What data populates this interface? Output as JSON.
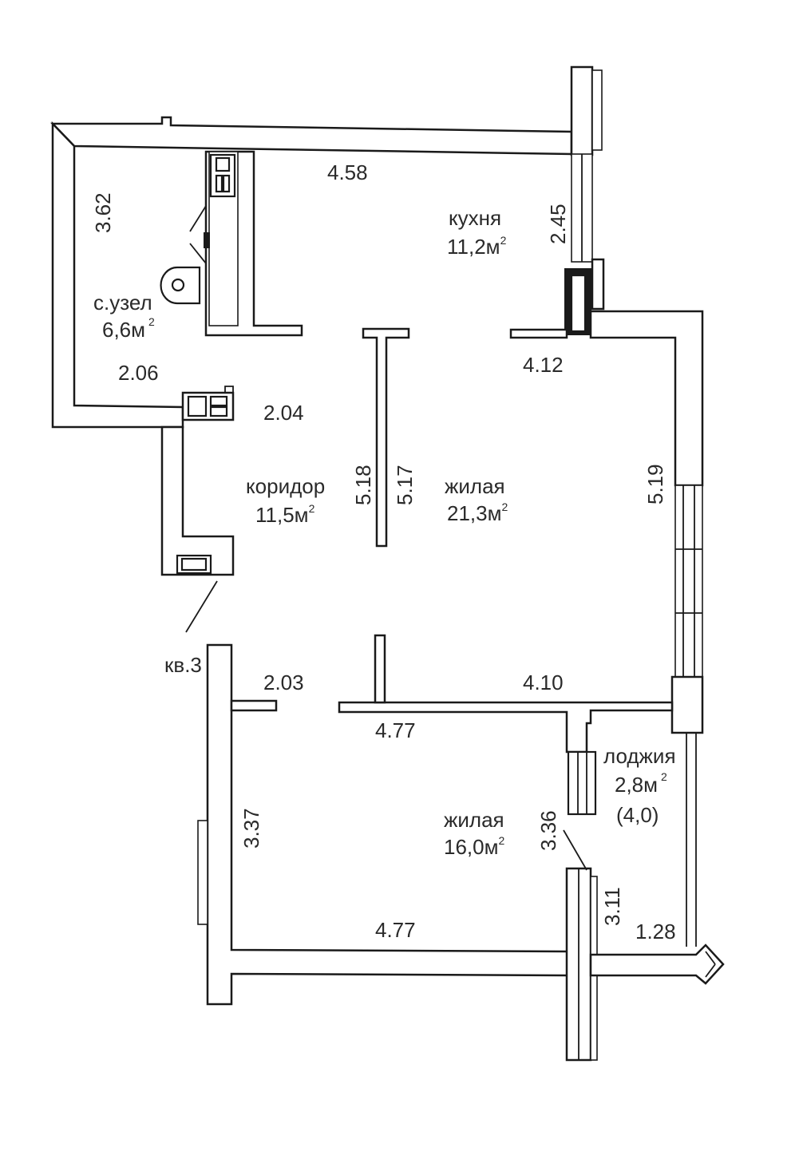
{
  "rooms": {
    "kitchen": {
      "name": "кухня",
      "area": "11,2м",
      "sup": "2"
    },
    "bathroom": {
      "name": "с.узел",
      "area": "6,6м",
      "sup": "2"
    },
    "corridor": {
      "name": "коридор",
      "area": "11,5м",
      "sup": "2"
    },
    "living_1": {
      "name": "жилая",
      "area": "21,3м",
      "sup": "2"
    },
    "living_2": {
      "name": "жилая",
      "area": "16,0м",
      "sup": "2"
    },
    "loggia": {
      "name": "лоджия",
      "area": "2,8м",
      "sup": "2",
      "extra": "(4,0)"
    }
  },
  "apartment_label": "кв.3",
  "dimensions": {
    "kitchen_top": "4.58",
    "bath_left": "3.62",
    "kitchen_right": "2.45",
    "bath_bottom": "2.06",
    "corridor_top": "2.04",
    "living1_top": "4.12",
    "partition_left": "5.18",
    "partition_right": "5.17",
    "living1_right": "5.19",
    "corridor_bottom": "2.03",
    "living1_bottom": "4.10",
    "living2_top": "4.77",
    "living2_left": "3.37",
    "living2_right": "3.36",
    "loggia_side": "3.11",
    "loggia_bottom": "1.28",
    "living2_bottom": "4.77"
  },
  "colors": {
    "line": "#1a1a1a",
    "text": "#2a2a2a",
    "background": "#ffffff"
  }
}
